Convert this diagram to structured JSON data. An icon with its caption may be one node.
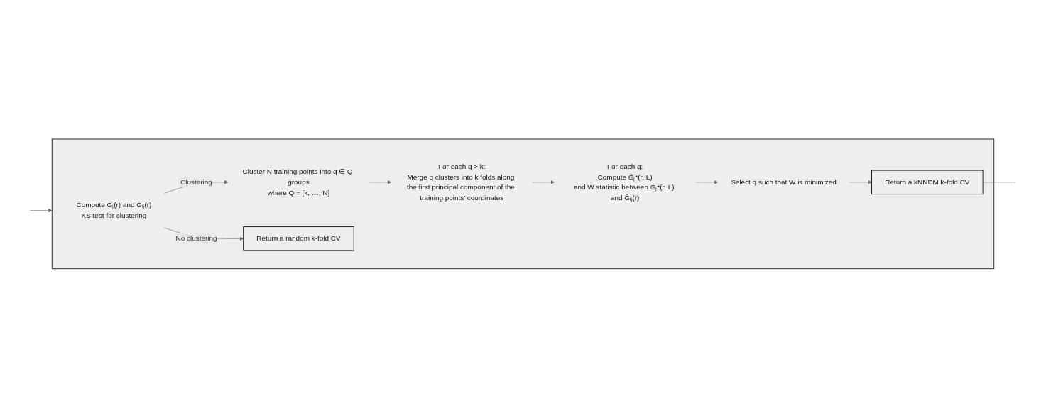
{
  "diagram": {
    "nodes": [
      {
        "text": [],
        "shape": "box"
      },
      {
        "text": [
          "Compute Ĝⱼ(r) and Ĝᵢⱼ(r)",
          "KS test for clustering"
        ],
        "in": 0
      },
      {
        "text": [
          "Cluster N training points into q ∈ Q groups",
          "where Q = [k, …, N]"
        ],
        "in": 0
      },
      {
        "text": [
          "For each q > k:",
          "Merge q clusters into k folds along the first principal component of the training points’ coordinates"
        ],
        "in": 0
      },
      {
        "text": [
          "For each q:",
          "Compute Ĝⱼ*(r, L)",
          "and W statistic between Ĝⱼ*(r, L) and Ĝᵢⱼ(r)"
        ],
        "in": 0
      },
      {
        "text": [
          "Select q such that W is minimized"
        ],
        "in": 0
      },
      {
        "text": [
          "Return a random k-fold CV"
        ],
        "in": 0
      },
      {
        "text": [
          "Return a kNNDM k-fold CV"
        ],
        "in": 0
      }
    ],
    "edges": [
      {
        "from": null,
        "to": 0,
        "arrow": "to"
      },
      {
        "from": 1,
        "to": 2,
        "label": "Clustering",
        "arrow": "to"
      },
      {
        "from": 2,
        "to": 3,
        "arrow": "to"
      },
      {
        "from": 3,
        "to": 4,
        "arrow": "to"
      },
      {
        "from": 4,
        "to": 5,
        "arrow": "to"
      },
      {
        "from": 5,
        "to": 7,
        "arrow": "to"
      },
      {
        "from": 1,
        "to": 6,
        "label": "No clustering",
        "arrow": "to"
      },
      {
        "from": 7,
        "to": null,
        "arrow": "none"
      }
    ]
  }
}
